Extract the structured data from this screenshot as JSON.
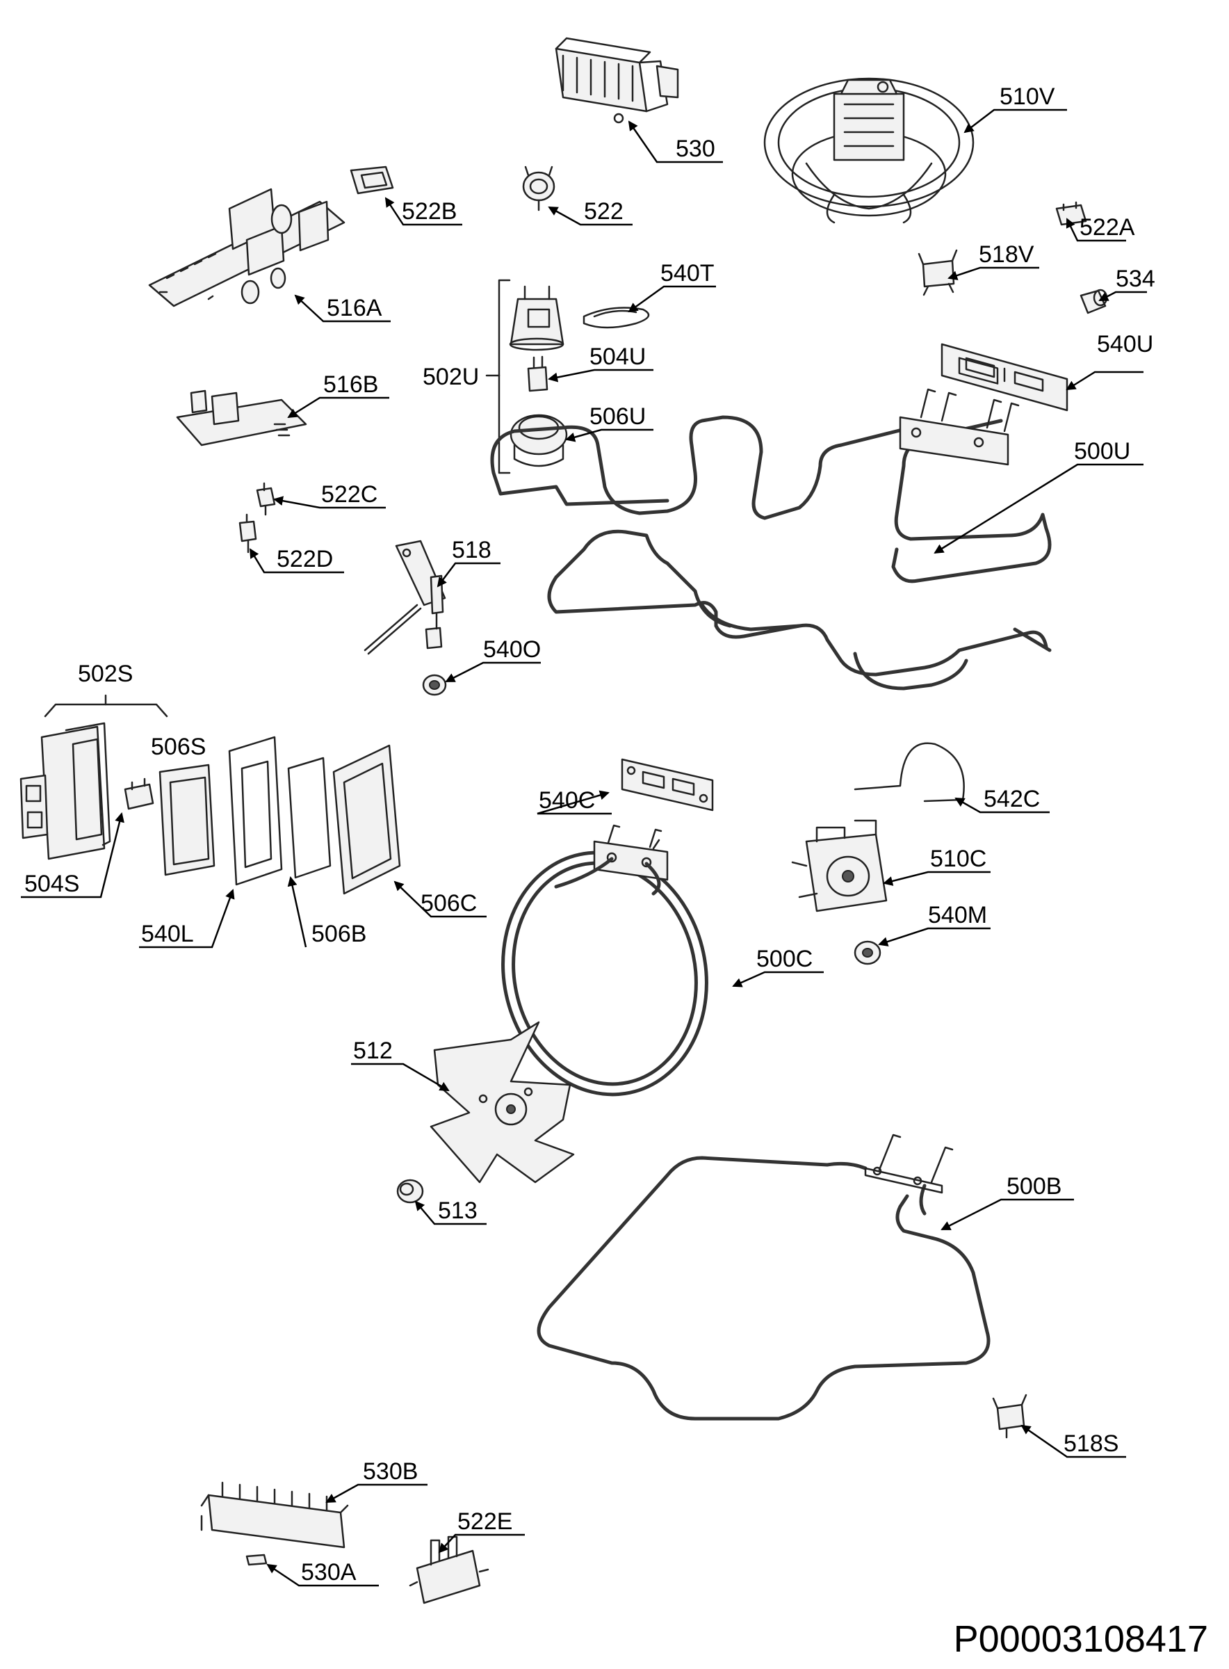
{
  "labels": {
    "l_530": "530",
    "l_510V": "510V",
    "l_522B": "522B",
    "l_522": "522",
    "l_522A": "522A",
    "l_518V": "518V",
    "l_534": "534",
    "l_516A": "516A",
    "l_540T": "540T",
    "l_502U": "502U",
    "l_504U": "504U",
    "l_540U": "540U",
    "l_516B": "516B",
    "l_506U": "506U",
    "l_500U": "500U",
    "l_522C": "522C",
    "l_522D": "522D",
    "l_518": "518",
    "l_540O": "540O",
    "l_502S": "502S",
    "l_506S": "506S",
    "l_540C": "540C",
    "l_542C": "542C",
    "l_510C": "510C",
    "l_504S": "504S",
    "l_506C": "506C",
    "l_540M": "540M",
    "l_540L": "540L",
    "l_506B": "506B",
    "l_500C": "500C",
    "l_512": "512",
    "l_513": "513",
    "l_500B": "500B",
    "l_518S": "518S",
    "l_530B": "530B",
    "l_522E": "522E",
    "l_530A": "530A"
  },
  "drawing_code": "P00003108417"
}
